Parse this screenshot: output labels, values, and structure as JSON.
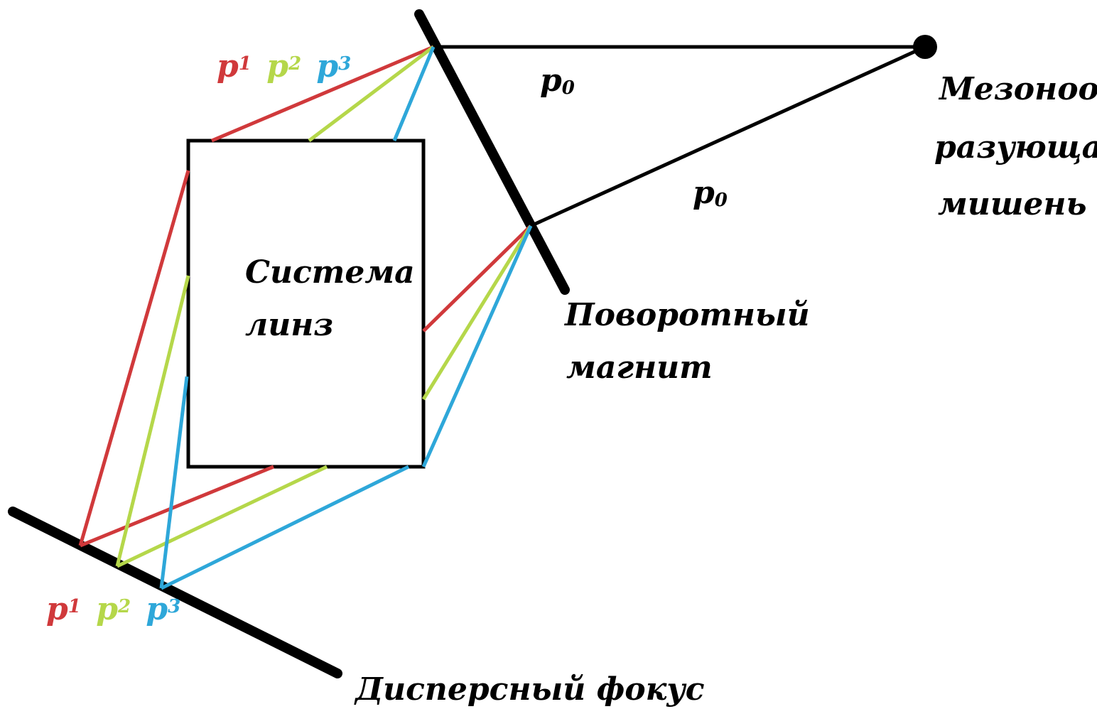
{
  "colors": {
    "p1": "#d0393b",
    "p2": "#b5d74a",
    "p3": "#2ea7d9",
    "ink": "#000000"
  },
  "labels": {
    "p0_upper": {
      "sym": "p",
      "sub": "0"
    },
    "p0_lower": {
      "sym": "p",
      "sub": "0"
    },
    "top_legend": [
      {
        "sym": "p",
        "sub": "1",
        "color_key": "p1"
      },
      {
        "sym": "p",
        "sub": "2",
        "color_key": "p2"
      },
      {
        "sym": "p",
        "sub": "3",
        "color_key": "p3"
      }
    ],
    "bottom_legend": [
      {
        "sym": "p",
        "sub": "1",
        "color_key": "p1"
      },
      {
        "sym": "p",
        "sub": "2",
        "color_key": "p2"
      },
      {
        "sym": "p",
        "sub": "3",
        "color_key": "p3"
      }
    ],
    "target_line1": "Мезонооб-",
    "target_line2": "разующая",
    "target_line3": "мишень",
    "lens_line1": "Система",
    "lens_line2": "линз",
    "magnet_line1": "Поворотный",
    "magnet_line2": "магнит",
    "focus": "Дисперсный фокус"
  }
}
